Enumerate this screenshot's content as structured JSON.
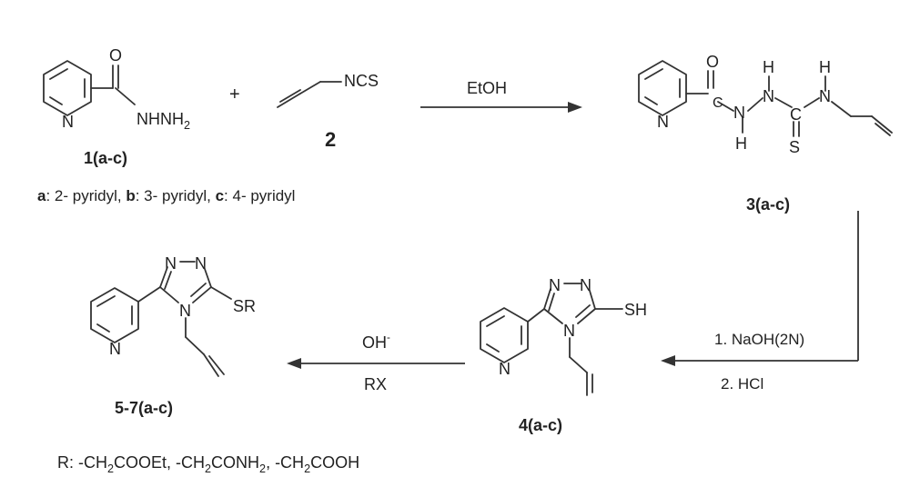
{
  "compounds": {
    "c1": {
      "label": "1(a-c)",
      "atoms": {
        "o": "O",
        "n_ring": "N",
        "nhnh2": "NHNH",
        "nhnh2_sub": "2"
      }
    },
    "c2": {
      "label": "2",
      "ncs": "NCS"
    },
    "c3": {
      "label": "3(a-c)",
      "atoms": {
        "o": "O",
        "h1": "H",
        "h2": "H",
        "h3": "H",
        "n1": "N",
        "n2": "N",
        "n3": "N",
        "c": "C",
        "s": "S",
        "n_ring": "N"
      }
    },
    "c4": {
      "label": "4(a-c)",
      "atoms": {
        "n1": "N",
        "n2": "N",
        "n4": "N",
        "sh": "SH",
        "n_ring": "N"
      }
    },
    "c57": {
      "label": "5-7(a-c)",
      "atoms": {
        "n1": "N",
        "n2": "N",
        "n4": "N",
        "sr": "SR",
        "n_ring": "N"
      }
    }
  },
  "plus": "+",
  "legend_abc": {
    "a": "a",
    "a_txt": ": 2- pyridyl, ",
    "b": "b",
    "b_txt": ": 3- pyridyl, ",
    "c": "c",
    "c_txt": ": 4- pyridyl"
  },
  "legend_r": {
    "prefix": "R: -CH",
    "s1": "2",
    "p1": "COOEt, -CH",
    "s2": "2",
    "p2": "CONH",
    "s3": "2",
    "p3": ", -CH",
    "s4": "2",
    "p4": "COOH"
  },
  "arrows": {
    "a1": {
      "top": "EtOH"
    },
    "a2": {
      "line1": "1. NaOH(2N)",
      "line2": "2. HCl"
    },
    "a3": {
      "top": "OH",
      "top_sup": "-",
      "bottom": "RX"
    }
  }
}
